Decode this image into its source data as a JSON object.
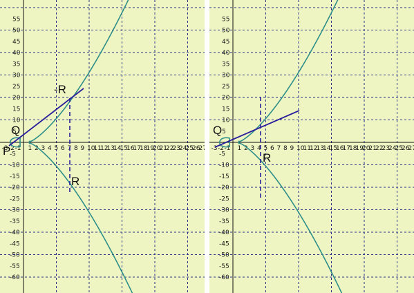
{
  "colors": {
    "background": "#eef5c2",
    "grid": "#2b2f8a",
    "axis": "#111111",
    "curve": "#2e8f8a",
    "secant": "#2a1f9c",
    "vertical_dashed": "#2a1f9c",
    "divider": "#ffffff"
  },
  "x_ticks": [
    "-3",
    "-2",
    "-1",
    "1",
    "2",
    "3",
    "4",
    "5",
    "6",
    "7",
    "8",
    "9",
    "10",
    "11",
    "12",
    "13",
    "14",
    "15",
    "16",
    "17",
    "18",
    "19",
    "20",
    "21",
    "22",
    "23",
    "24",
    "25",
    "26",
    "27"
  ],
  "y_ticks_pos": [
    "5",
    "10",
    "15",
    "20",
    "25",
    "30",
    "35",
    "40",
    "45",
    "50",
    "55"
  ],
  "y_ticks_neg": [
    "-5",
    "-10",
    "-15",
    "-20",
    "-25",
    "-30",
    "-35",
    "-40",
    "-45",
    "-50",
    "-55",
    "-60"
  ],
  "panels": [
    {
      "labels": {
        "p": "P",
        "q": "Q",
        "neg_r": "-R",
        "r": "R"
      }
    },
    {
      "labels": {
        "q": "Q",
        "r": "R"
      }
    }
  ]
}
